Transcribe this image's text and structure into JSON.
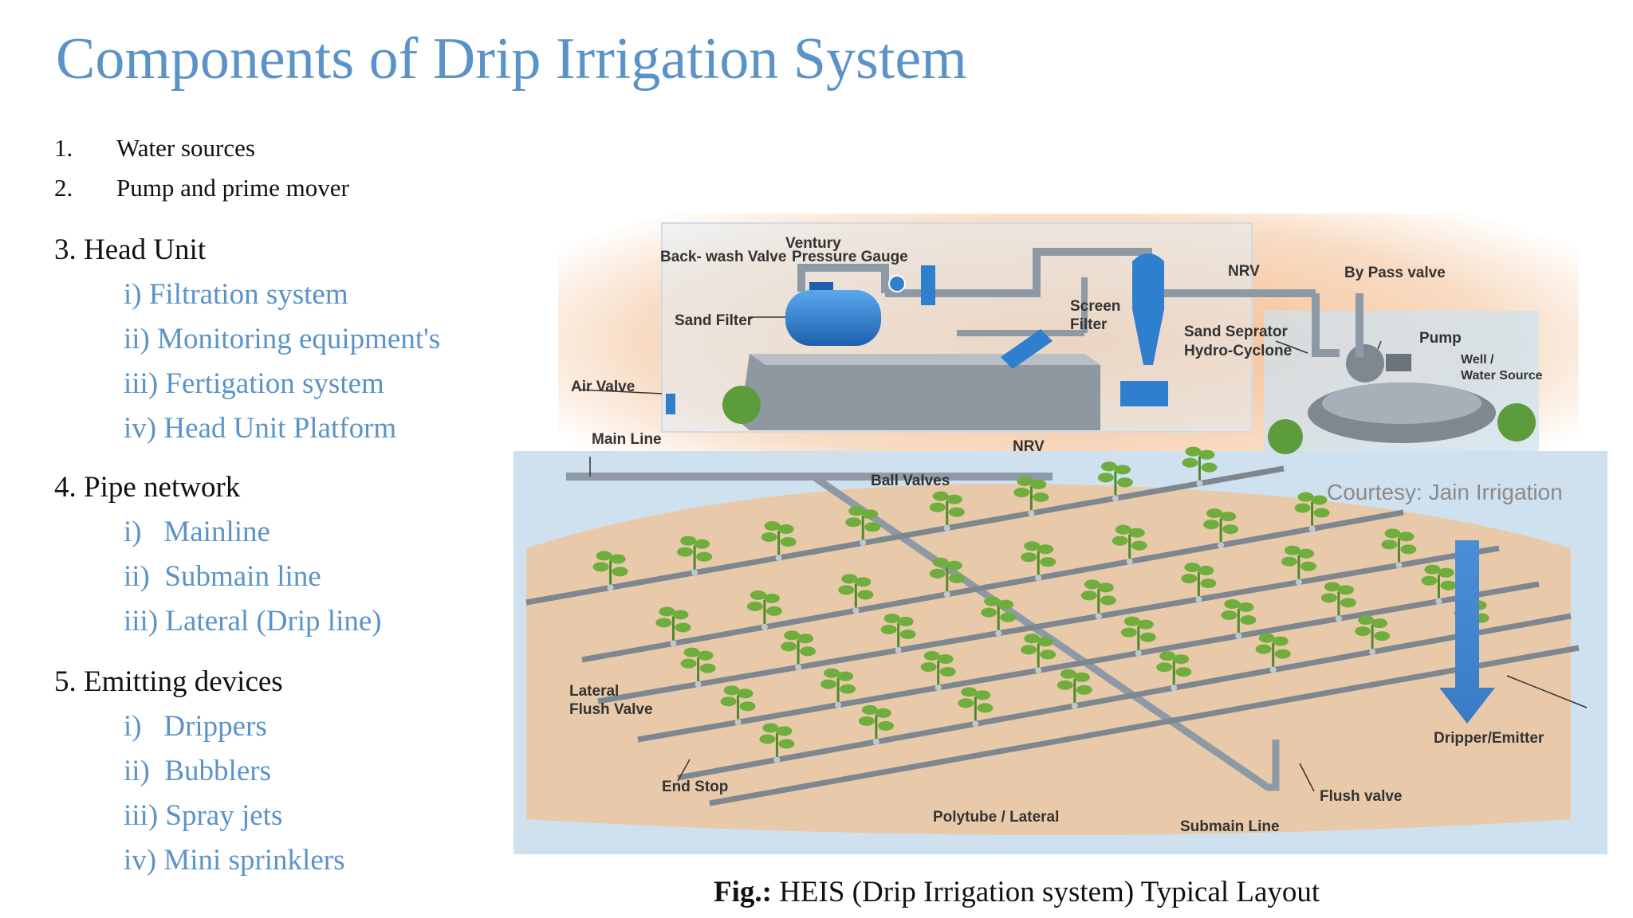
{
  "title": "Components of Drip Irrigation System",
  "numbered": [
    {
      "num": "1.",
      "text": "Water sources"
    },
    {
      "num": "2.",
      "text": "Pump and prime mover"
    }
  ],
  "sections": [
    {
      "heading": "3. Head Unit",
      "items": [
        "i)  Filtration system",
        "ii) Monitoring equipment's",
        "iii) Fertigation system",
        "iv) Head Unit Platform"
      ]
    },
    {
      "heading": "4. Pipe network",
      "items": [
        "i)   Mainline",
        "ii)  Submain line",
        "iii) Lateral (Drip line)"
      ]
    },
    {
      "heading": "5. Emitting devices",
      "items": [
        "i)   Drippers",
        "ii)  Bubblers",
        "iii) Spray jets",
        "iv) Mini sprinklers"
      ]
    }
  ],
  "figure": {
    "labels": {
      "venturi": "Ventury",
      "backwash": "Back- wash Valve",
      "pressure_gauge": "Pressure Gauge",
      "sand_filter": "Sand Filter",
      "screen_filter_1": "Screen",
      "screen_filter_2": "Filter",
      "nrv_top": "NRV",
      "bypass": "By Pass valve",
      "sand_separator_1": "Sand Seprator",
      "sand_separator_2": "Hydro-Cyclone",
      "pump": "Pump",
      "well_1": "Well /",
      "well_2": "Water Source",
      "air_valve": "Air Valve",
      "main_line": "Main Line",
      "nrv_bottom": "NRV",
      "ball_valves": "Ball Valves",
      "courtesy": "Courtesy: Jain Irrigation",
      "lateral_flush_1": "Lateral",
      "lateral_flush_2": "Flush Valve",
      "dripper": "Dripper/Emitter",
      "end_stop": "End Stop",
      "flush_valve": "Flush valve",
      "polytube": "Polytube / Lateral",
      "submain": "Submain Line"
    },
    "colors": {
      "equipment": "#2f7fcf",
      "arrow": "#4a8fd6",
      "soil": "#e8c9a9",
      "panel": "#cfe1ef"
    }
  },
  "caption": {
    "bold": "Fig.:",
    "text": " HEIS (Drip Irrigation system) Typical Layout"
  }
}
